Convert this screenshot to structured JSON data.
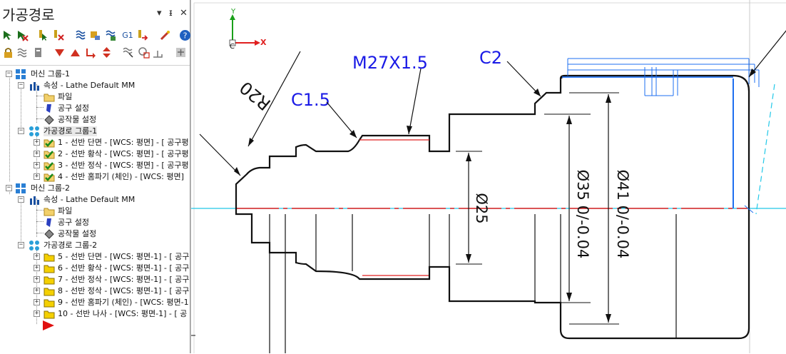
{
  "panel": {
    "title": "가공경로",
    "pin_glyph": "▾",
    "dock_glyph": "ᵻ",
    "close_glyph": "✕"
  },
  "toolbar1": {
    "g1_label": "G1"
  },
  "tree": {
    "machine1": {
      "label": "머신 그룹-1",
      "properties": "속성 - Lathe Default MM",
      "file": "파일",
      "tool_settings": "공구 설정",
      "stock_settings": "공작물 설정",
      "group": "가공경로 그룹-1",
      "ops": [
        "1 - 선반 단면 - [WCS: 평면] - [ 공구평",
        "2 - 선반 황삭 - [WCS: 평면] - [ 공구평",
        "3 - 선반 정삭 - [WCS: 평면] - [ 공구평",
        "4 - 선반 홈파기 (체인) - [WCS: 평면] "
      ]
    },
    "machine2": {
      "label": "머신 그룹-2",
      "properties": "속성 - Lathe Default MM",
      "file": "파일",
      "tool_settings": "공구 설정",
      "stock_settings": "공작물 설정",
      "group": "가공경로 그룹-2",
      "ops": [
        "5 - 선반 단면 - [WCS: 평면-1] - [ 공구",
        "6 - 선반 황삭 - [WCS: 평면-1] - [ 공구",
        "7 - 선반 정삭 - [WCS: 평면-1] - [ 공구",
        "8 - 선반 정삭 - [WCS: 평면-1] - [ 공구",
        "9 - 선반 홈파기 (체인) - [WCS: 평면-1",
        "10 - 선반 나사 - [WCS: 평면-1] - [ 공"
      ]
    }
  },
  "canvas": {
    "axis": {
      "y_label": "Y",
      "x_label": "X",
      "c_label": "C"
    },
    "annotations": {
      "radius": "R20",
      "chamfer_small": "C1.5",
      "thread": "M27X1.5",
      "chamfer_large": "C2",
      "dim_small": "Ø25",
      "dim_mid": "Ø35 0/-0.04",
      "dim_large": "Ø41 0/-0.04"
    },
    "colors": {
      "geometry": "#000000",
      "centerline": "#e02020",
      "axis_line": "#22c8e8",
      "annotation": "#1a1ae6",
      "stock": "#1e6ff0",
      "y_axis": "#1aa01a",
      "x_axis": "#e02020"
    }
  }
}
